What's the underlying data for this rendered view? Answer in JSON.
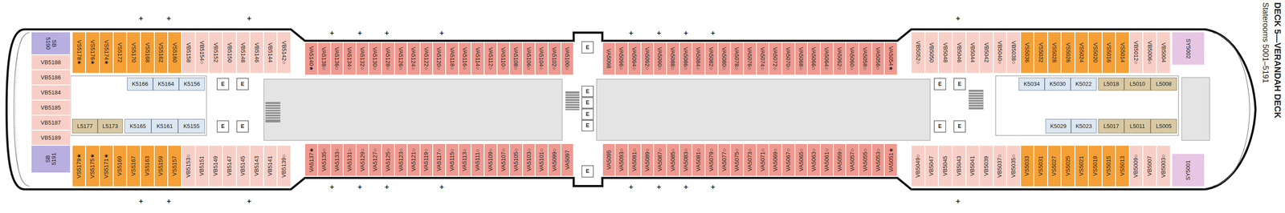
{
  "diagram": {
    "title": "DECK 5—VERANDAH DECK",
    "caption": "Staterooms 5001–5191",
    "nodes": [
      {
        "text": [
          "SB 5190"
        ]
      },
      {
        "text": [
          "VS5178★"
        ]
      },
      {
        "text": [
          "VS5176★"
        ]
      },
      {
        "text": [
          "VS5174★"
        ]
      },
      {
        "text": [
          "VS5172"
        ]
      },
      {
        "text": [
          "VS5170"
        ]
      },
      {
        "text": [
          "VS5168"
        ]
      },
      {
        "text": [
          "VS5162"
        ]
      },
      {
        "text": [
          "VS5160"
        ]
      },
      {
        "text": [
          "VB5158"
        ]
      },
      {
        "text": [
          "VB5154○"
        ]
      },
      {
        "text": [
          "VB5152"
        ]
      },
      {
        "text": [
          "VB5150"
        ]
      },
      {
        "text": [
          "VB5148"
        ]
      },
      {
        "text": [
          "VB5146"
        ]
      },
      {
        "text": [
          "VB5144"
        ]
      },
      {
        "text": [
          "VB5142○"
        ]
      },
      {
        "text": [
          "VA5140★"
        ]
      },
      {
        "text": [
          "VA5138○"
        ]
      },
      {
        "text": [
          "VA5136○"
        ]
      },
      {
        "text": [
          "VA5134○"
        ]
      },
      {
        "text": [
          "VA5132○"
        ]
      },
      {
        "text": [
          "VA5130○"
        ]
      },
      {
        "text": [
          "VA5128○"
        ]
      },
      {
        "text": [
          "VA5126○"
        ]
      },
      {
        "text": [
          "VA5124○"
        ]
      },
      {
        "text": [
          "VA5122○"
        ]
      },
      {
        "text": [
          "VA5120○"
        ]
      },
      {
        "text": [
          "VA5118○"
        ]
      },
      {
        "text": [
          "VA5116○"
        ]
      },
      {
        "text": [
          "VA5114○"
        ]
      },
      {
        "text": [
          "VA5112○"
        ]
      },
      {
        "text": [
          "VA5110○"
        ]
      },
      {
        "text": [
          "VA5108○"
        ]
      },
      {
        "text": [
          "VA5106○"
        ]
      },
      {
        "text": [
          "VA5104○"
        ]
      },
      {
        "text": [
          "VA5102○"
        ]
      },
      {
        "text": [
          "VA5100○"
        ]
      },
      {
        "text": [
          "VA5098"
        ]
      },
      {
        "text": [
          "VA5096○"
        ]
      },
      {
        "text": [
          "VA5094○"
        ]
      },
      {
        "text": [
          "VA5092○"
        ]
      },
      {
        "text": [
          "VA5090○"
        ]
      },
      {
        "text": [
          "VA5088○"
        ]
      },
      {
        "text": [
          "VA5086○"
        ]
      },
      {
        "text": [
          "VA5084○"
        ]
      },
      {
        "text": [
          "VA5082○"
        ]
      },
      {
        "text": [
          "VA5080○"
        ]
      },
      {
        "text": [
          "VA5078○"
        ]
      },
      {
        "text": [
          "VA5076○"
        ]
      },
      {
        "text": [
          "VA5074○"
        ]
      },
      {
        "text": [
          "VA5072○"
        ]
      },
      {
        "text": [
          "VA5070○"
        ]
      },
      {
        "text": [
          "VA5068○"
        ]
      },
      {
        "text": [
          "VA5066○"
        ]
      },
      {
        "text": [
          "VA5064○"
        ]
      },
      {
        "text": [
          "VA5062○"
        ]
      },
      {
        "text": [
          "VA5060○"
        ]
      },
      {
        "text": [
          "VA5058○"
        ]
      },
      {
        "text": [
          "VA5056○"
        ]
      },
      {
        "text": [
          "VA5054★"
        ]
      },
      {
        "text": [
          "VB5052○"
        ]
      },
      {
        "text": [
          "VB5050"
        ]
      },
      {
        "text": [
          "VB5048"
        ]
      },
      {
        "text": [
          "VB5046"
        ]
      },
      {
        "text": [
          "VB5044"
        ]
      },
      {
        "text": [
          "VB5042"
        ]
      },
      {
        "text": [
          "VB5040○"
        ]
      },
      {
        "text": [
          "VB5038○"
        ]
      },
      {
        "text": [
          "VS5036"
        ]
      },
      {
        "text": [
          "VS5032"
        ]
      },
      {
        "text": [
          "VS5028"
        ]
      },
      {
        "text": [
          "VS5026"
        ]
      },
      {
        "text": [
          "VS5024"
        ]
      },
      {
        "text": [
          "VS5020"
        ]
      },
      {
        "text": [
          "VS5016"
        ]
      },
      {
        "text": [
          "VS5014"
        ]
      },
      {
        "text": [
          "VB5012○"
        ]
      },
      {
        "text": [
          "VB5006○"
        ]
      },
      {
        "text": [
          "VB5004"
        ]
      },
      {
        "text": [
          "SY5002"
        ]
      },
      {
        "text": [
          "VB5188"
        ]
      },
      {
        "text": [
          "VB5186"
        ]
      },
      {
        "text": [
          "VB5184"
        ]
      },
      {
        "text": [
          "VB5185"
        ]
      },
      {
        "text": [
          "VB5187"
        ]
      },
      {
        "text": [
          "VB5189"
        ]
      },
      {
        "text": [
          "K5166"
        ]
      },
      {
        "text": [
          "K5164"
        ]
      },
      {
        "text": [
          "K5156"
        ]
      },
      {
        "text": [
          "L5177"
        ]
      },
      {
        "text": [
          "L5173"
        ]
      },
      {
        "text": [
          "K5165"
        ]
      },
      {
        "text": [
          "K5161"
        ]
      },
      {
        "text": [
          "K5155"
        ]
      },
      {
        "text": [
          "K5034"
        ]
      },
      {
        "text": [
          "K5030"
        ]
      },
      {
        "text": [
          "K5022"
        ]
      },
      {
        "text": [
          "L5018"
        ]
      },
      {
        "text": [
          "L5010"
        ]
      },
      {
        "text": [
          "L5008"
        ]
      },
      {
        "text": [
          "K5029"
        ]
      },
      {
        "text": [
          "K5023"
        ]
      },
      {
        "text": [
          "L5017"
        ]
      },
      {
        "text": [
          "L5011"
        ]
      },
      {
        "text": [
          "L5005"
        ]
      },
      {
        "text": [
          "SB 5191"
        ]
      },
      {
        "text": [
          "VS5179★"
        ]
      },
      {
        "text": [
          "VS5175★"
        ]
      },
      {
        "text": [
          "VS5171★"
        ]
      },
      {
        "text": [
          "VS5169"
        ]
      },
      {
        "text": [
          "VS5167"
        ]
      },
      {
        "text": [
          "VS5163"
        ]
      },
      {
        "text": [
          "VS5159"
        ]
      },
      {
        "text": [
          "VS5157"
        ]
      },
      {
        "text": [
          "VB5153○"
        ]
      },
      {
        "text": [
          "VB5151"
        ]
      },
      {
        "text": [
          "VB5149"
        ]
      },
      {
        "text": [
          "VB5147"
        ]
      },
      {
        "text": [
          "VB5145"
        ]
      },
      {
        "text": [
          "VB5143"
        ]
      },
      {
        "text": [
          "VB5141"
        ]
      },
      {
        "text": [
          "VB5139○"
        ]
      },
      {
        "text": [
          "VA5137★"
        ]
      },
      {
        "text": [
          "VA5135○"
        ]
      },
      {
        "text": [
          "VA5133○"
        ]
      },
      {
        "text": [
          "VA5131○"
        ]
      },
      {
        "text": [
          "VA5129○"
        ]
      },
      {
        "text": [
          "VA5127○"
        ]
      },
      {
        "text": [
          "VA5125○"
        ]
      },
      {
        "text": [
          "VA5123○"
        ]
      },
      {
        "text": [
          "VA5121○"
        ]
      },
      {
        "text": [
          "VA5119○"
        ]
      },
      {
        "text": [
          "VA5117○"
        ]
      },
      {
        "text": [
          "VA5115○"
        ]
      },
      {
        "text": [
          "VA5113○"
        ]
      },
      {
        "text": [
          "VA5111○"
        ]
      },
      {
        "text": [
          "VA5109○"
        ]
      },
      {
        "text": [
          "VA5107○"
        ]
      },
      {
        "text": [
          "VA5105○"
        ]
      },
      {
        "text": [
          "VA5103○"
        ]
      },
      {
        "text": [
          "VA5101○"
        ]
      },
      {
        "text": [
          "VA5099○"
        ]
      },
      {
        "text": [
          "VA5097"
        ]
      },
      {
        "text": [
          "VA5095"
        ]
      },
      {
        "text": [
          "VA5093○"
        ]
      },
      {
        "text": [
          "VA5091○"
        ]
      },
      {
        "text": [
          "VA5089○"
        ]
      },
      {
        "text": [
          "VA5087○"
        ]
      },
      {
        "text": [
          "VA5085○"
        ]
      },
      {
        "text": [
          "VA5083○"
        ]
      },
      {
        "text": [
          "VA5081○"
        ]
      },
      {
        "text": [
          "VA5079○"
        ]
      },
      {
        "text": [
          "VA5077○"
        ]
      },
      {
        "text": [
          "VA5075○"
        ]
      },
      {
        "text": [
          "VA5073○"
        ]
      },
      {
        "text": [
          "VA5071○"
        ]
      },
      {
        "text": [
          "VA5069○"
        ]
      },
      {
        "text": [
          "VA5067○"
        ]
      },
      {
        "text": [
          "VA5065○"
        ]
      },
      {
        "text": [
          "VA5063○"
        ]
      },
      {
        "text": [
          "VA5061○"
        ]
      },
      {
        "text": [
          "VA5059○"
        ]
      },
      {
        "text": [
          "VA5057○"
        ]
      },
      {
        "text": [
          "VA5055○"
        ]
      },
      {
        "text": [
          "VA5053○"
        ]
      },
      {
        "text": [
          "VA5051★"
        ]
      },
      {
        "text": [
          "VB5049○"
        ]
      },
      {
        "text": [
          "VB5047"
        ]
      },
      {
        "text": [
          "VB5045"
        ]
      },
      {
        "text": [
          "VB5043"
        ]
      },
      {
        "text": [
          "VB5041"
        ]
      },
      {
        "text": [
          "VB5039"
        ]
      },
      {
        "text": [
          "VB5037○"
        ]
      },
      {
        "text": [
          "VB5035○"
        ]
      },
      {
        "text": [
          "VS5033"
        ]
      },
      {
        "text": [
          "VS5031"
        ]
      },
      {
        "text": [
          "VS5027"
        ]
      },
      {
        "text": [
          "VS5025"
        ]
      },
      {
        "text": [
          "VS5021"
        ]
      },
      {
        "text": [
          "VS5019"
        ]
      },
      {
        "text": [
          "VS5015"
        ]
      },
      {
        "text": [
          "VS5013"
        ]
      },
      {
        "text": [
          "VB5009○"
        ]
      },
      {
        "text": [
          "VB5007"
        ]
      },
      {
        "text": [
          "VB5003○"
        ]
      },
      {
        "text": [
          "SY5001"
        ]
      }
    ],
    "labels": [
      "+",
      "+",
      "+",
      "+",
      "+",
      "+",
      "+",
      "+",
      "+",
      "+",
      "+",
      "+",
      "+",
      "+",
      "+",
      "+",
      "+",
      "+",
      "+",
      "+",
      "+",
      "+",
      "+",
      "+",
      "E",
      "E",
      "E",
      "E",
      "E",
      "E",
      "E",
      "E",
      "E",
      "E",
      "E",
      "E",
      "E",
      "E"
    ]
  }
}
